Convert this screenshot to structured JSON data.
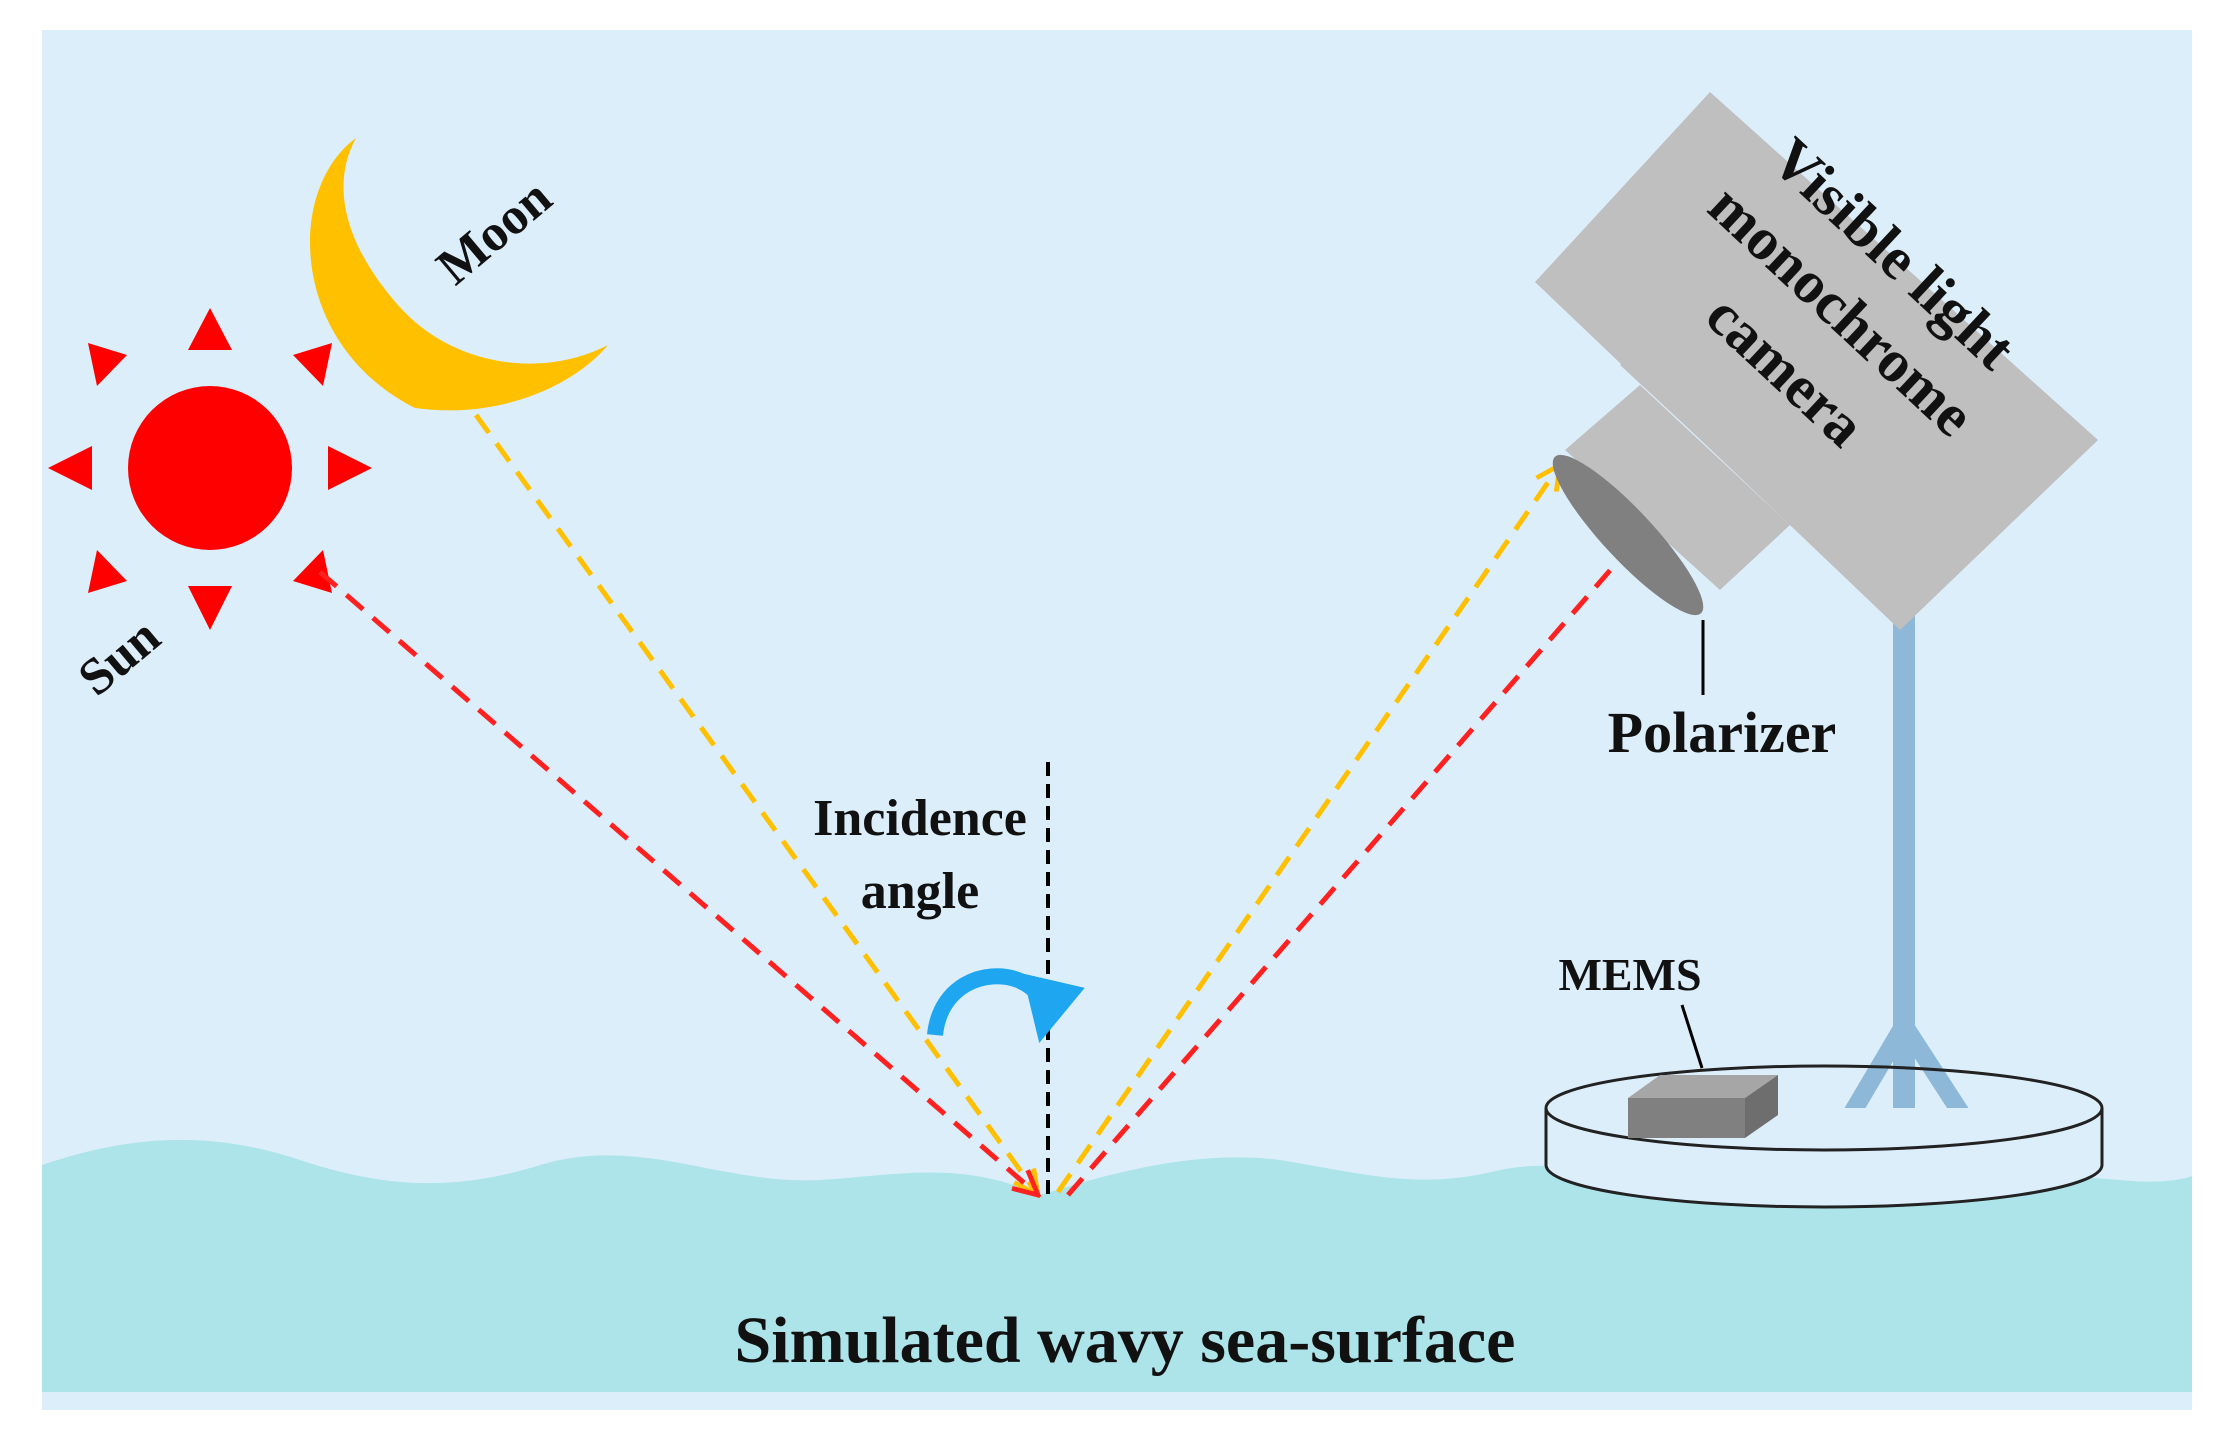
{
  "labels": {
    "sun": "Sun",
    "moon": "Moon",
    "camera_line1": "Visible light",
    "camera_line2": "monochrome",
    "camera_line3": "camera",
    "polarizer": "Polarizer",
    "incidence_line1": "Incidence",
    "incidence_line2": "angle",
    "mems": "MEMS",
    "sea_surface": "Simulated wavy sea-surface"
  },
  "colors": {
    "sky": "#DDEEFB",
    "sea": "#ADE4E9",
    "sun": "#FF0000",
    "moon": "#FFC000",
    "camera_body": "#BFBFBF",
    "polarizer": "#808080",
    "mast": "#8DB8D8",
    "mems": "#808080",
    "sun_ray": "#FF2020",
    "moon_ray": "#FFC000",
    "angle_arrow": "#1EA7F0",
    "normal_line": "#000000"
  },
  "icons": {
    "sun": "sun-icon",
    "moon": "crescent-moon-icon",
    "camera": "camera-icon",
    "angle_arrow": "curved-arrow-icon"
  }
}
